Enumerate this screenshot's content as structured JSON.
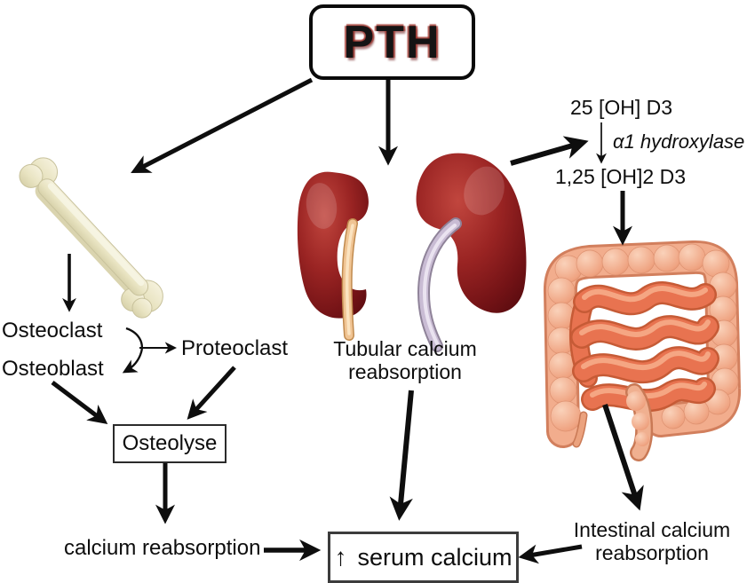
{
  "figure": {
    "type": "pathway-diagram",
    "title": "PTH"
  },
  "nodes": {
    "pth": "PTH",
    "vitd25": "25 [OH] D3",
    "enzyme": "α1 hydroxylase",
    "vitd125": "1,25 [OH]2 D3",
    "osteoclast": "Osteoclast",
    "osteoblast": "Osteoblast",
    "proteoclast": "Proteoclast",
    "osteolyse": "Osteolyse",
    "tubular_line1": "Tubular calcium",
    "tubular_line2": "reabsorption",
    "calcium_reabsorption": "calcium reabsorption",
    "serum_calcium_arrow": "↑",
    "serum_calcium": "serum calcium",
    "intestinal_line1": "Intestinal calcium",
    "intestinal_line2": "reabsorption"
  },
  "organs": {
    "bone": "bone-illustration",
    "kidneys": "kidneys-illustration",
    "intestine": "intestine-illustration"
  },
  "colors": {
    "text": "#0d0d0d",
    "arrow": "#0e0e0e",
    "pth_glow": "#9b2c24",
    "bone": "#ede8c9",
    "kidney": "#8e1f1f",
    "colon": "#f2ad8d",
    "small_intestine": "#e87350",
    "background": "#ffffff"
  }
}
